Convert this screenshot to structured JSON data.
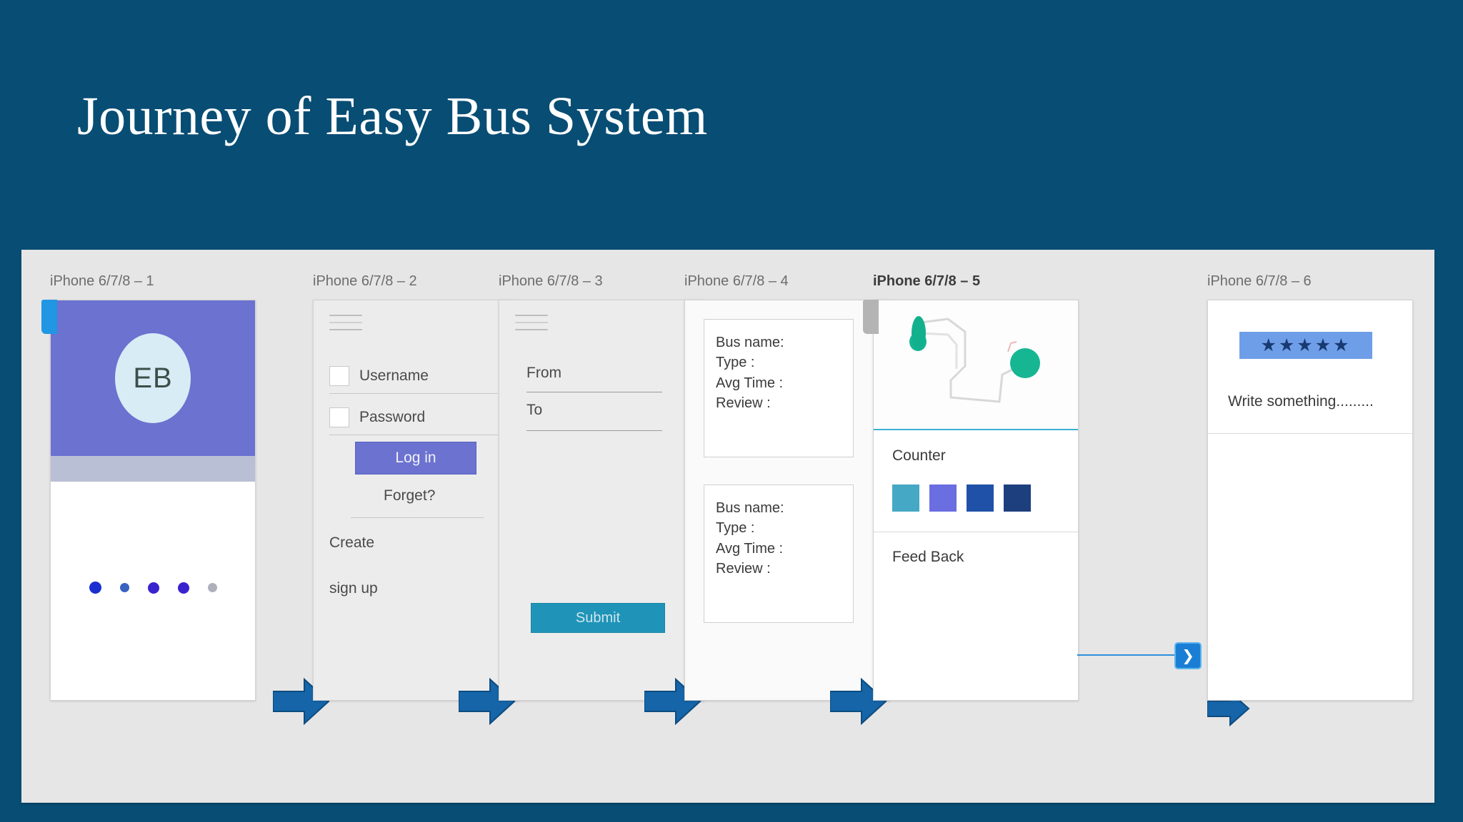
{
  "slide": {
    "title": "Journey of Easy Bus System",
    "background_color": "#084d74",
    "panel_color": "#e7e6e6"
  },
  "colors": {
    "accent_blue": "#1565a8",
    "purple": "#6b72d0",
    "teal": "#1f94b8",
    "rating_blue": "#6f9ee8",
    "map_divider": "#3ab0d4"
  },
  "screens": [
    {
      "label": "iPhone 6/7/8 – 1",
      "name": "splash",
      "logo_text": "EB",
      "dots": [
        "#1a2fd0",
        "#3a62c2",
        "#3b22cf",
        "#3b22cf",
        "#b0b0bd"
      ]
    },
    {
      "label": "iPhone 6/7/8 – 2",
      "name": "login",
      "username_label": "Username",
      "password_label": "Password",
      "login_button": "Log in",
      "forget_link": "Forget?",
      "create_link": "Create",
      "signup_link": "sign up"
    },
    {
      "label": "iPhone 6/7/8 – 3",
      "name": "route-search",
      "from_label": "From",
      "to_label": "To",
      "submit_button": "Submit"
    },
    {
      "label": "iPhone 6/7/8 – 4",
      "name": "bus-results",
      "cards": [
        {
          "bus_name": "Bus name:",
          "type": "Type :",
          "avg_time": "Avg Time :",
          "review": "Review :"
        },
        {
          "bus_name": "Bus name:",
          "type": "Type :",
          "avg_time": "Avg Time :",
          "review": "Review :"
        }
      ]
    },
    {
      "label": "iPhone 6/7/8 – 5",
      "name": "map-counter",
      "counter_label": "Counter",
      "feedback_label": "Feed Back",
      "swatches": [
        "#45a8c4",
        "#6a6ee0",
        "#1f51a8",
        "#1e3f7e"
      ]
    },
    {
      "label": "iPhone 6/7/8 – 6",
      "name": "review",
      "stars": "★★★★★",
      "write_placeholder": "Write something........."
    }
  ],
  "connectors": {
    "arrow_count": 5,
    "chevron_glyph": "❯"
  }
}
